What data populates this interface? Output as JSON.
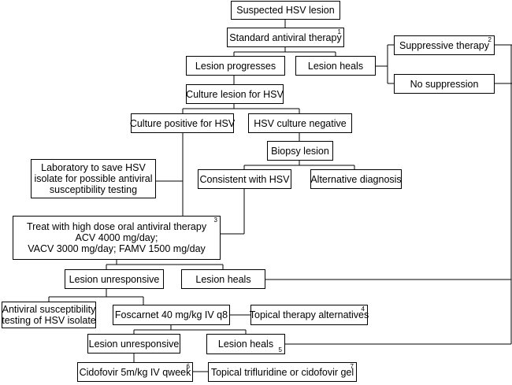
{
  "nodes": {
    "suspected": {
      "label": "Suspected HSV lesion",
      "sup": ""
    },
    "standard": {
      "label": "Standard antiviral therapy",
      "sup": "1"
    },
    "progresses": {
      "label": "Lesion progresses",
      "sup": ""
    },
    "heals_top": {
      "label": "Lesion heals",
      "sup": ""
    },
    "suppressive": {
      "label": "Suppressive therapy",
      "sup": "2"
    },
    "no_suppression": {
      "label": "No suppression",
      "sup": ""
    },
    "culture": {
      "label": "Culture lesion for HSV",
      "sup": ""
    },
    "culture_pos": {
      "label": "Culture positive for HSV",
      "sup": ""
    },
    "culture_neg": {
      "label": "HSV culture negative",
      "sup": ""
    },
    "biopsy": {
      "label": "Biopsy lesion",
      "sup": ""
    },
    "lab_save": {
      "lines": [
        "Laboratory to save HSV",
        "isolate for possible antiviral",
        "susceptibility testing"
      ],
      "sup": ""
    },
    "consistent": {
      "label": "Consistent with HSV",
      "sup": ""
    },
    "alternative": {
      "label": "Alternative diagnosis",
      "sup": ""
    },
    "high_dose": {
      "lines": [
        "Treat with high dose oral antiviral therapy",
        "ACV 4000 mg/day;",
        "VACV 3000 mg/day; FAMV 1500 mg/day"
      ],
      "sup": "3"
    },
    "unresp_1": {
      "label": "Lesion unresponsive",
      "sup": ""
    },
    "heals_mid": {
      "label": "Lesion heals",
      "sup": ""
    },
    "susceptibility": {
      "lines": [
        "Antiviral susceptibility",
        "testing of HSV isolate"
      ],
      "sup": ""
    },
    "foscarnet": {
      "label": "Foscarnet 40 mg/kg IV q8",
      "sup": ""
    },
    "topical_alt": {
      "label": "Topical therapy alternatives",
      "sup": "4"
    },
    "unresp_2": {
      "label": "Lesion unresponsive",
      "sup": ""
    },
    "heals_bottom": {
      "label": "Lesion heals",
      "sup": "5"
    },
    "cidofovir": {
      "label": "Cidofovir 5m/kg IV qweek",
      "sup": "6"
    },
    "trifluridine": {
      "label": "Topical trifluridine or cidofovir gel",
      "sup": "7"
    }
  }
}
